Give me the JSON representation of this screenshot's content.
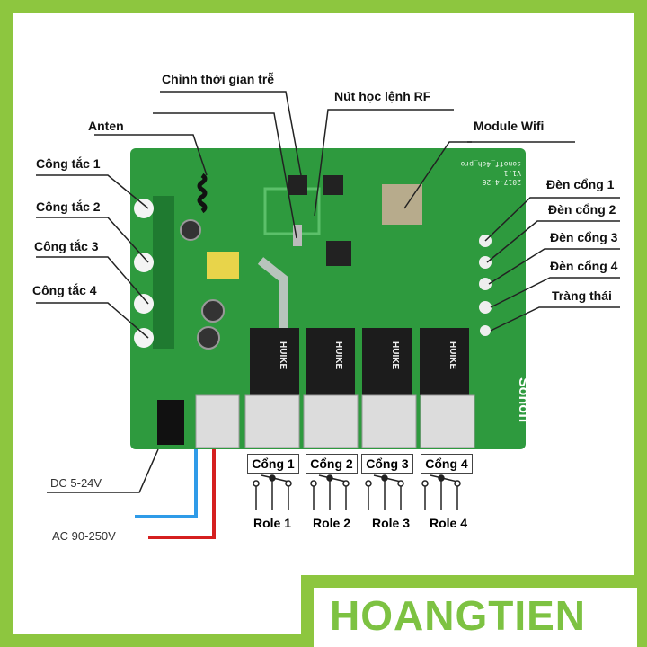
{
  "labels": {
    "delay": "Chỉnh thời gian trễ",
    "rf_button": "Nút học lệnh RF",
    "antenna": "Anten",
    "wifi_module": "Module Wifi",
    "switches": [
      "Công tắc 1",
      "Công tắc 2",
      "Công tắc 3",
      "Công tắc 4"
    ],
    "leds": [
      "Đèn cổng 1",
      "Đèn cổng 2",
      "Đèn cổng 3",
      "Đèn cổng 4",
      "Tràng thái"
    ],
    "ports": [
      "Cổng 1",
      "Cổng 2",
      "Cổng 3",
      "Cổng 4"
    ],
    "relays": [
      "Role 1",
      "Role 2",
      "Role 3",
      "Role 4"
    ],
    "dc": "DC 5-24V",
    "ac": "AC 90-250V"
  },
  "board": {
    "model": "sonoff_4ch_pro",
    "version": "V1.1",
    "date": "2017-4-26",
    "brand": "Sonoff",
    "relay_brand": "HUIKE"
  },
  "logo": {
    "text": "HOANGTIEN"
  },
  "colors": {
    "frame": "#8dc63f",
    "board": "#2e9a3e",
    "dc_wire": "#2f9be8",
    "ac_wire": "#d51f1f"
  }
}
